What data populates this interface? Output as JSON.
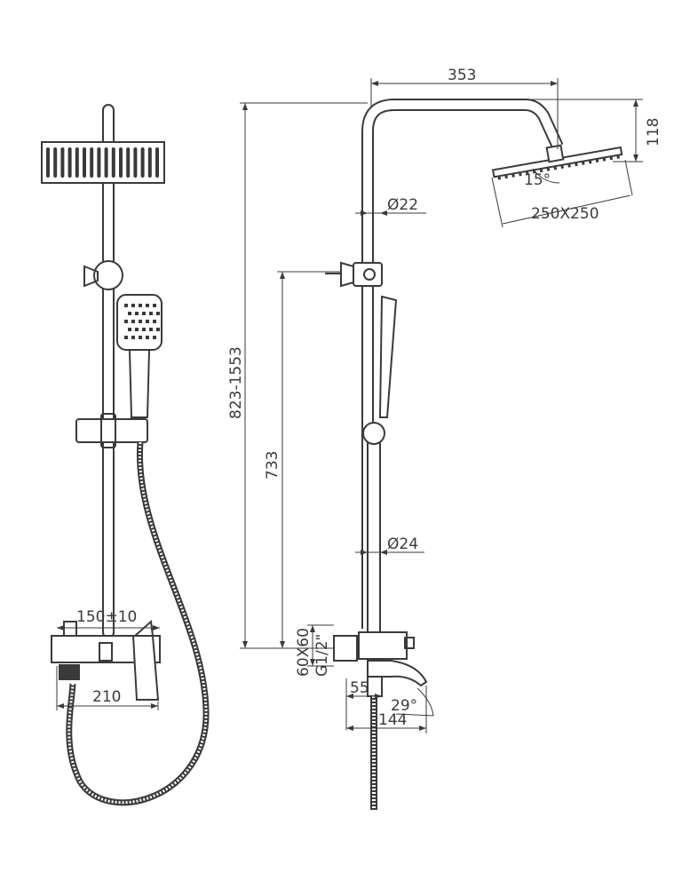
{
  "dimensions": {
    "width_353": "353",
    "height_118": "118",
    "angle_15": "15°",
    "head_250x250": "250X250",
    "dia_22": "Ø22",
    "dia_24": "Ø24",
    "range_823_1553": "823-1553",
    "height_733": "733",
    "center_150": "150±10",
    "width_210": "210",
    "flange_60x60": "60X60",
    "thread_g12": "G1/2\"",
    "spout_55": "55",
    "spout_144": "144",
    "angle_29": "29°"
  },
  "colors": {
    "line": "#3a3a3a",
    "background": "#ffffff"
  }
}
